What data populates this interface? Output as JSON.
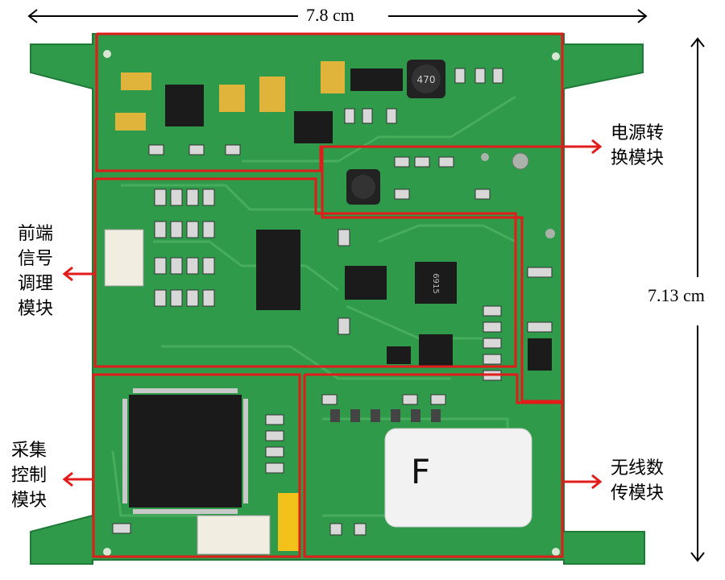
{
  "dimensions": {
    "width_label": "7.8 cm",
    "height_label": "7.13 cm"
  },
  "modules": {
    "power": {
      "line1": "电源转",
      "line2": "换模块"
    },
    "frontend": {
      "line1": "前端",
      "line2": "信号",
      "line3": "调理",
      "line4": "模块"
    },
    "acquisition": {
      "line1": "采集",
      "line2": "控制",
      "line3": "模块"
    },
    "wireless": {
      "line1": "无线数",
      "line2": "传模块"
    }
  },
  "board": {
    "sticker_text": "F",
    "inductor_marking": "470",
    "chip_marking": "6915"
  },
  "colors": {
    "pcb": "#2f9a4a",
    "pcb_dark": "#1f7a38",
    "highlight": "#e21b1b",
    "text": "#000000"
  }
}
